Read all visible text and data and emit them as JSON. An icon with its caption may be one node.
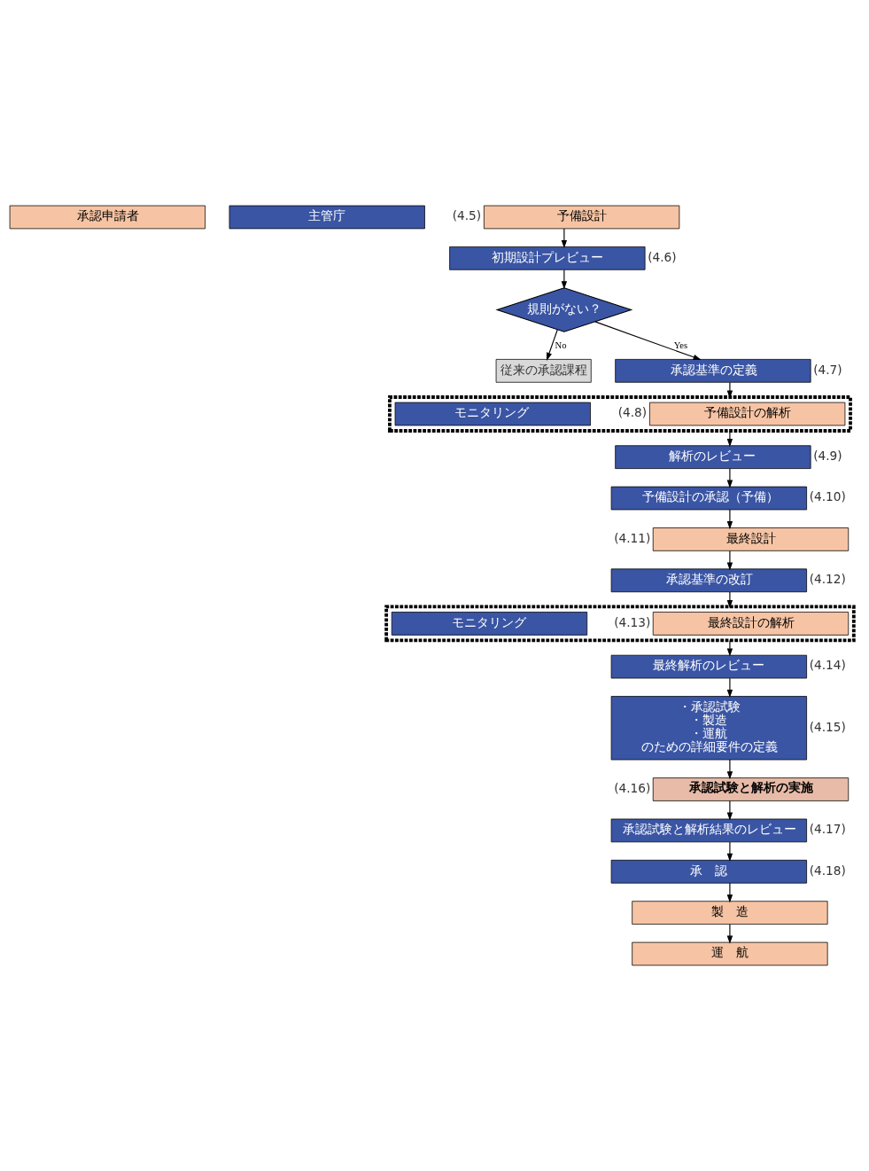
{
  "diagram": {
    "nodes": [
      {
        "text": [
          "承認申請者"
        ]
      },
      {
        "text": [
          "主管庁"
        ]
      },
      {
        "text": [
          "予備設計"
        ],
        "beside": [
          "(4.5)"
        ]
      },
      {
        "text": [
          "初期設計プレビュー"
        ],
        "beside": [
          "(4.6)"
        ]
      },
      {
        "text": [
          "規則がない？"
        ]
      },
      {
        "text": [
          "従来の承認課程"
        ]
      },
      {
        "text": [
          "承認基準の定義"
        ],
        "beside": [
          "(4.7)"
        ]
      },
      {
        "text": [],
        "shape": "box"
      },
      {
        "text": [
          "予備設計の解析"
        ],
        "beside": [
          "(4.8)"
        ],
        "in": 7
      },
      {
        "text": [
          "モニタリング"
        ],
        "in": 7
      },
      {
        "text": [
          "解析のレビュー"
        ],
        "beside": [
          "(4.9)"
        ]
      },
      {
        "text": [
          "予備設計の承認（予備）"
        ],
        "beside": [
          "(4.10)"
        ]
      },
      {
        "text": [
          "最終設計"
        ],
        "beside": [
          "(4.11)"
        ]
      },
      {
        "text": [
          "承認基準の改訂"
        ],
        "beside": [
          "(4.12)"
        ]
      },
      {
        "text": [],
        "shape": "box"
      },
      {
        "text": [
          "最終設計の解析"
        ],
        "beside": [
          "(4.13)"
        ],
        "in": 14
      },
      {
        "text": [
          "モニタリング"
        ],
        "in": 14
      },
      {
        "text": [
          "最終解析のレビュー"
        ],
        "beside": [
          "(4.14)"
        ]
      },
      {
        "text": [
          "・承認試験",
          "・製造",
          "・運航",
          "のための詳細要件の定義"
        ],
        "beside": [
          "(4.15)"
        ]
      },
      {
        "text": [
          "承認試験と解析の実施"
        ],
        "beside": [
          "(4.16)"
        ]
      },
      {
        "text": [
          "承認試験と解析結果のレビュー"
        ],
        "beside": [
          "(4.17)"
        ]
      },
      {
        "text": [
          "承　認"
        ],
        "beside": [
          "(4.18)"
        ]
      },
      {
        "text": [
          "製　造"
        ]
      },
      {
        "text": [
          "運　航"
        ]
      }
    ],
    "edges": [
      {
        "from": 2,
        "to": 3,
        "arrow": "to"
      },
      {
        "from": 3,
        "to": 4,
        "arrow": "to"
      },
      {
        "from": 4,
        "to": 5,
        "arrow": "to",
        "label": "No"
      },
      {
        "from": 4,
        "to": 6,
        "arrow": "to",
        "label": "Yes"
      },
      {
        "from": 6,
        "to": 7,
        "arrow": "to"
      },
      {
        "from": 7,
        "to": 10,
        "arrow": "to"
      },
      {
        "from": 10,
        "to": 11,
        "arrow": "to"
      },
      {
        "from": 11,
        "to": 12,
        "arrow": "to"
      },
      {
        "from": 12,
        "to": 13,
        "arrow": "to"
      },
      {
        "from": 13,
        "to": 14,
        "arrow": "to"
      },
      {
        "from": 14,
        "to": 17,
        "arrow": "to"
      },
      {
        "from": 17,
        "to": 18,
        "arrow": "to"
      },
      {
        "from": 18,
        "to": 19,
        "arrow": "to"
      },
      {
        "from": 19,
        "to": 20,
        "arrow": "to"
      },
      {
        "from": 20,
        "to": 21,
        "arrow": "to"
      },
      {
        "from": 21,
        "to": 22,
        "arrow": "to"
      },
      {
        "from": 22,
        "to": 23,
        "arrow": "to"
      }
    ]
  }
}
